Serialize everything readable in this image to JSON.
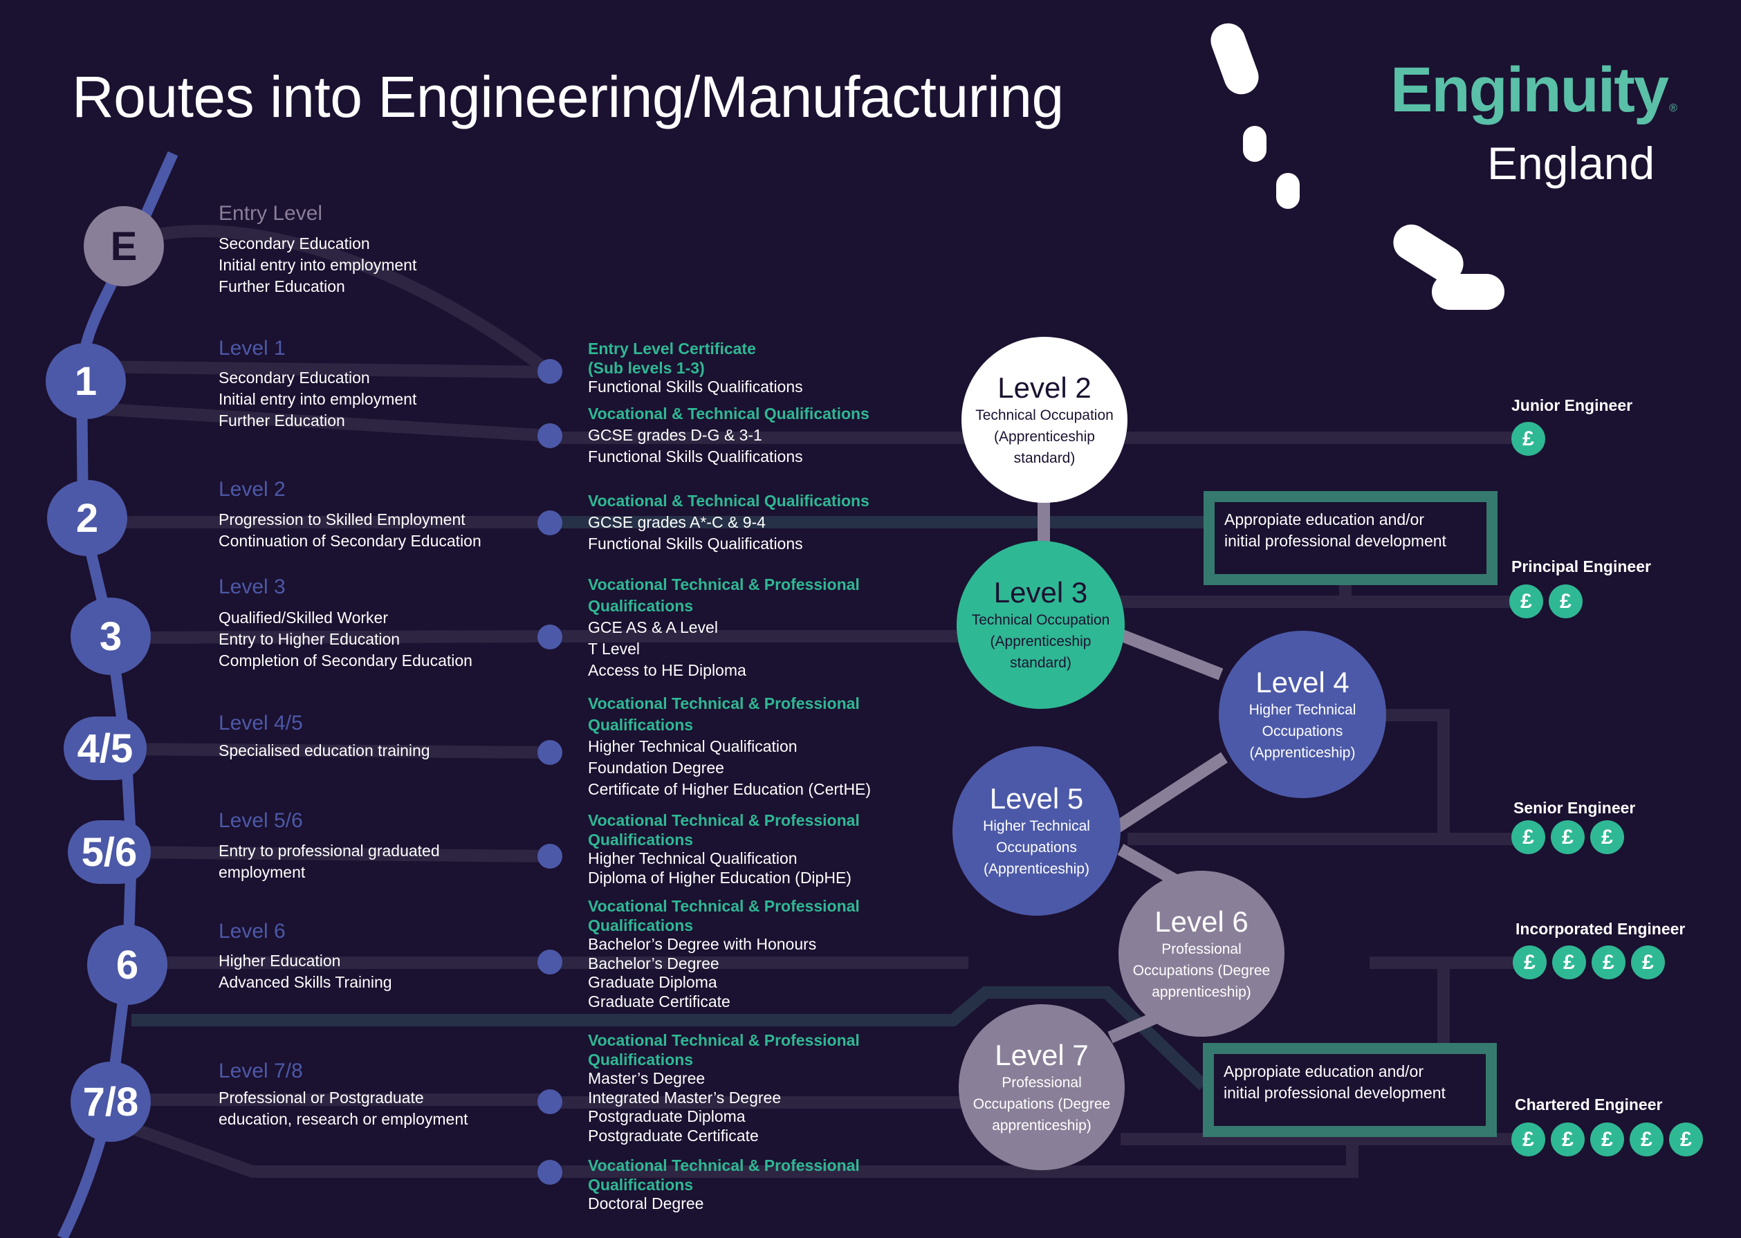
{
  "header": {
    "title": "Routes into Engineering/Manufacturing",
    "brand": "Enginuity",
    "brand_mark": "®",
    "region": "England"
  },
  "colors": {
    "background": "#1b1130",
    "level_blue": "#4c59a8",
    "entry_mauve": "#8a7f98",
    "accent_green": "#2fb894",
    "brand_green": "#5ac0a7",
    "box_border": "#367a6f",
    "connector": "#2e2542",
    "connector_teal": "#263147"
  },
  "levels": [
    {
      "badge": "E",
      "title": "Entry Level",
      "lines": [
        "Secondary Education",
        "Initial entry into employment",
        "Further Education"
      ]
    },
    {
      "badge": "1",
      "title": "Level 1",
      "lines": [
        "Secondary Education",
        "Initial entry into employment",
        "Further Education"
      ]
    },
    {
      "badge": "2",
      "title": "Level 2",
      "lines": [
        "Progression to Skilled Employment",
        "Continuation of Secondary Education"
      ]
    },
    {
      "badge": "3",
      "title": "Level 3",
      "lines": [
        "Qualified/Skilled Worker",
        "Entry to Higher Education",
        "Completion of Secondary Education"
      ]
    },
    {
      "badge": "4/5",
      "title": "Level 4/5",
      "lines": [
        "Specialised education training"
      ]
    },
    {
      "badge": "5/6",
      "title": "Level 5/6",
      "lines": [
        "Entry to professional graduated",
        "employment"
      ]
    },
    {
      "badge": "6",
      "title": "Level 6",
      "lines": [
        "Higher  Education",
        "Advanced Skills Training"
      ]
    },
    {
      "badge": "7/8",
      "title": "Level 7/8",
      "lines": [
        "Professional or Postgraduate",
        "education, research or employment"
      ]
    }
  ],
  "qualifications": [
    {
      "heading": [
        "Entry Level Certificate",
        "(Sub levels 1-3)"
      ],
      "items": [
        "Functional Skills Qualifications"
      ]
    },
    {
      "heading": [
        "Vocational & Technical Qualifications"
      ],
      "items": [
        "GCSE grades D-G & 3-1",
        "Functional Skills Qualifications"
      ]
    },
    {
      "heading": [
        "Vocational & Technical Qualifications"
      ],
      "items": [
        "GCSE grades A*-C & 9-4",
        "Functional Skills Qualifications"
      ]
    },
    {
      "heading": [
        "Vocational Technical & Professional",
        "Qualifications"
      ],
      "items": [
        "GCE AS & A Level",
        "T Level",
        "Access to HE Diploma"
      ]
    },
    {
      "heading": [
        "Vocational Technical & Professional",
        "Qualifications"
      ],
      "items": [
        "Higher Technical Qualification",
        "Foundation Degree",
        "Certificate of Higher Education (CertHE)"
      ]
    },
    {
      "heading": [
        "Vocational Technical & Professional",
        "Qualifications"
      ],
      "items": [
        "Higher Technical Qualification",
        "Diploma of Higher Education (DipHE)"
      ]
    },
    {
      "heading": [
        "Vocational Technical & Professional",
        "Qualifications"
      ],
      "items": [
        "Bachelor’s Degree with Honours",
        "Bachelor’s Degree",
        "Graduate Diploma",
        "Graduate Certificate"
      ]
    },
    {
      "heading": [
        "Vocational Technical & Professional",
        "Qualifications"
      ],
      "items": [
        "Master’s Degree",
        "Integrated Master’s Degree",
        "Postgraduate Diploma",
        "Postgraduate Certificate"
      ]
    },
    {
      "heading": [
        "Vocational Technical & Professional",
        "Qualifications"
      ],
      "items": [
        "Doctoral Degree"
      ]
    }
  ],
  "apprenticeships": [
    {
      "title": "Level 2",
      "desc": [
        "Technical Occupation",
        "(Apprenticeship",
        "standard)"
      ]
    },
    {
      "title": "Level 3",
      "desc": [
        "Technical Occupation",
        "(Apprenticeship",
        "standard)"
      ]
    },
    {
      "title": "Level 4",
      "desc": [
        "Higher Technical",
        "Occupations",
        "(Apprenticeship)"
      ]
    },
    {
      "title": "Level 5",
      "desc": [
        "Higher Technical",
        "Occupations",
        "(Apprenticeship)"
      ]
    },
    {
      "title": "Level 6",
      "desc": [
        "Professional",
        "Occupations (Degree",
        "apprenticeship)"
      ]
    },
    {
      "title": "Level 7",
      "desc": [
        "Professional",
        "Occupations (Degree",
        "apprenticeship)"
      ]
    }
  ],
  "development_boxes": [
    {
      "lines": [
        "Appropiate education and/or",
        "initial professional development"
      ]
    },
    {
      "lines": [
        "Appropiate education and/or",
        "initial professional development"
      ]
    }
  ],
  "roles": [
    {
      "title": "Junior Engineer",
      "salary_rating": 1,
      "coin": "£"
    },
    {
      "title": "Principal Engineer",
      "salary_rating": 2,
      "coin": "£"
    },
    {
      "title": "Senior Engineer",
      "salary_rating": 3,
      "coin": "£"
    },
    {
      "title": "Incorporated Engineer",
      "salary_rating": 4,
      "coin": "£"
    },
    {
      "title": "Chartered Engineer",
      "salary_rating": 5,
      "coin": "£"
    }
  ]
}
